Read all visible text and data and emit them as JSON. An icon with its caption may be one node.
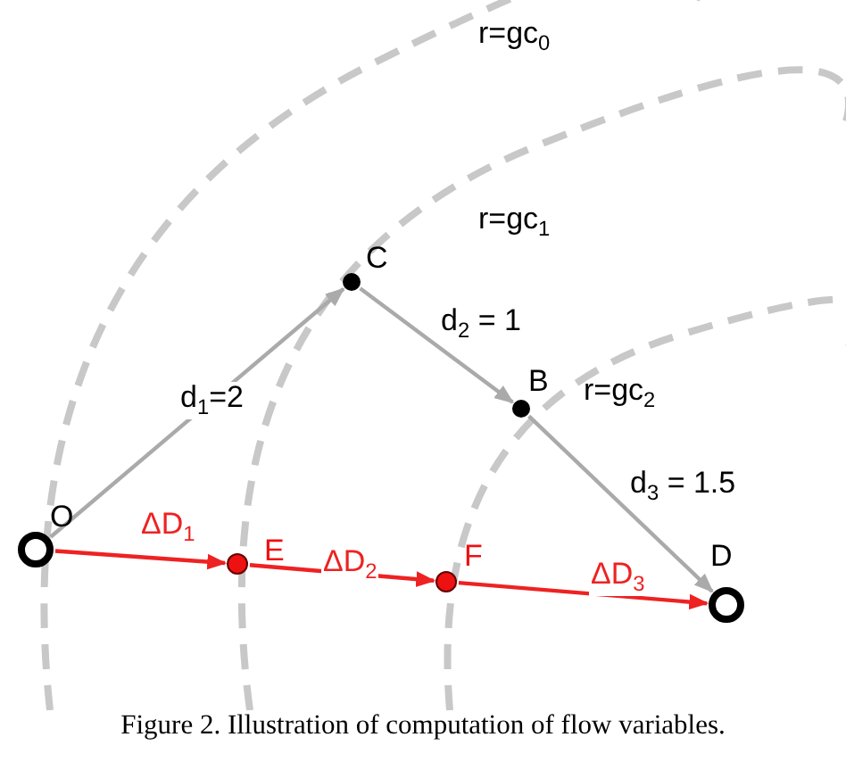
{
  "diagram": {
    "caption": "Figure 2. Illustration of computation of flow variables.",
    "nodes": [
      {
        "text": [
          "C"
        ]
      },
      {
        "text": [
          "B"
        ]
      },
      {
        "text": [
          "O"
        ]
      },
      {
        "text": [
          "E"
        ]
      },
      {
        "text": [
          "F"
        ]
      },
      {
        "text": [
          "D"
        ]
      }
    ],
    "edges": [
      {
        "from": 2,
        "to": 0,
        "arrow": "to",
        "label": "d$_{1}$=2"
      },
      {
        "from": 0,
        "to": 1,
        "arrow": "to",
        "label": "d$_{2}$ = 1"
      },
      {
        "from": 1,
        "to": 5,
        "arrow": "to",
        "label": "d$_{3}$ = 1.5"
      },
      {
        "from": 2,
        "to": 3,
        "arrow": "to",
        "label": "ΔD$_{1}$",
        "color": "#ee2222"
      },
      {
        "from": 3,
        "to": 4,
        "arrow": "to",
        "label": "ΔD$_{2}$",
        "color": "#ee2222"
      },
      {
        "from": 4,
        "to": 5,
        "arrow": "to",
        "label": "ΔD$_{3}$",
        "color": "#ee2222"
      }
    ],
    "labels": [
      "r=gc$_{0}$",
      "r=gc$_{1}$",
      "r=gc$_{2}$"
    ]
  }
}
